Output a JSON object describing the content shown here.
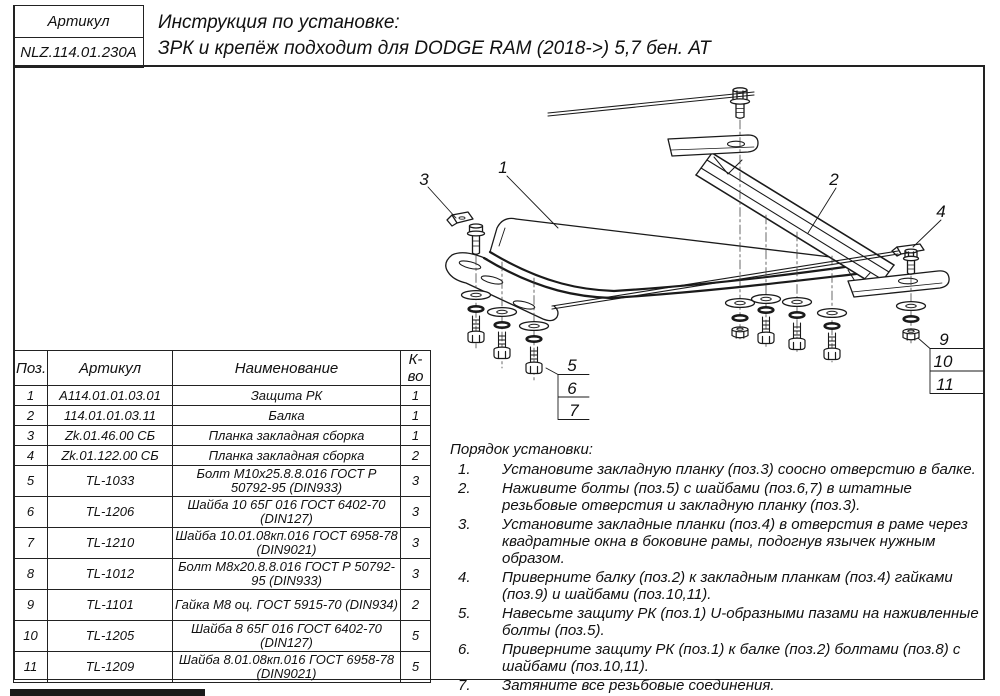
{
  "header": {
    "article_label": "Артикул",
    "article_value": "NLZ.114.01.230A",
    "title_line1": "Инструкция по установке:",
    "title_line2": "ЗРК и крепёж подходит для DODGE RAM (2018->) 5,7 бен. АТ"
  },
  "parts_table": {
    "columns": [
      "Поз.",
      "Артикул",
      "Наименование",
      "К-во"
    ],
    "rows": [
      [
        "1",
        "A114.01.01.03.01",
        "Защита РК",
        "1"
      ],
      [
        "2",
        "114.01.01.03.11",
        "Балка",
        "1"
      ],
      [
        "3",
        "Zk.01.46.00 СБ",
        "Планка закладная сборка",
        "1"
      ],
      [
        "4",
        "Zk.01.122.00 СБ",
        "Планка закладная сборка",
        "2"
      ],
      [
        "5",
        "TL-1033",
        "Болт М10х25.8.8.016 ГОСТ Р 50792-95 (DIN933)",
        "3"
      ],
      [
        "6",
        "TL-1206",
        "Шайба 10 65Г 016 ГОСТ 6402-70 (DIN127)",
        "3"
      ],
      [
        "7",
        "TL-1210",
        "Шайба 10.01.08кп.016 ГОСТ 6958-78 (DIN9021)",
        "3"
      ],
      [
        "8",
        "TL-1012",
        "Болт М8х20.8.8.016 ГОСТ Р 50792-95 (DIN933)",
        "3"
      ],
      [
        "9",
        "TL-1101",
        "Гайка М8 оц. ГОСТ 5915-70 (DIN934)",
        "2"
      ],
      [
        "10",
        "TL-1205",
        "Шайба 8 65Г 016 ГОСТ 6402-70 (DIN127)",
        "5"
      ],
      [
        "11",
        "TL-1209",
        "Шайба 8.01.08кп.016 ГОСТ 6958-78 (DIN9021)",
        "5"
      ]
    ]
  },
  "instructions": {
    "title": "Порядок установки:",
    "steps": [
      "Установите закладную планку (поз.3) соосно отверстию в балке.",
      "Наживите болты (поз.5) с шайбами (поз.6,7) в штатные резьбовые отверстия и закладную планку (поз.3).",
      "Установите закладные планки (поз.4) в отверстия в раме через квадратные окна в боковине рамы, подогнув язычек нужным образом.",
      "Приверните балку (поз.2) к закладным планкам (поз.4) гайками (поз.9) и шайбами (поз.10,11).",
      "Навесьте защиту РК (поз.1) U-образными пазами на наживленные болты (поз.5).",
      "Приверните защиту РК (поз.1) к балке (поз.2) болтами (поз.8) с шайбами (поз.10,11).",
      "Затяните все резьбовые соединения."
    ]
  },
  "diagram": {
    "callouts": {
      "pos1": "1",
      "pos2": "2",
      "pos3": "3",
      "pos4": "4",
      "pos5": "5",
      "pos6": "6",
      "pos7": "7",
      "pos9": "9",
      "pos10": "10",
      "pos11": "11"
    }
  }
}
